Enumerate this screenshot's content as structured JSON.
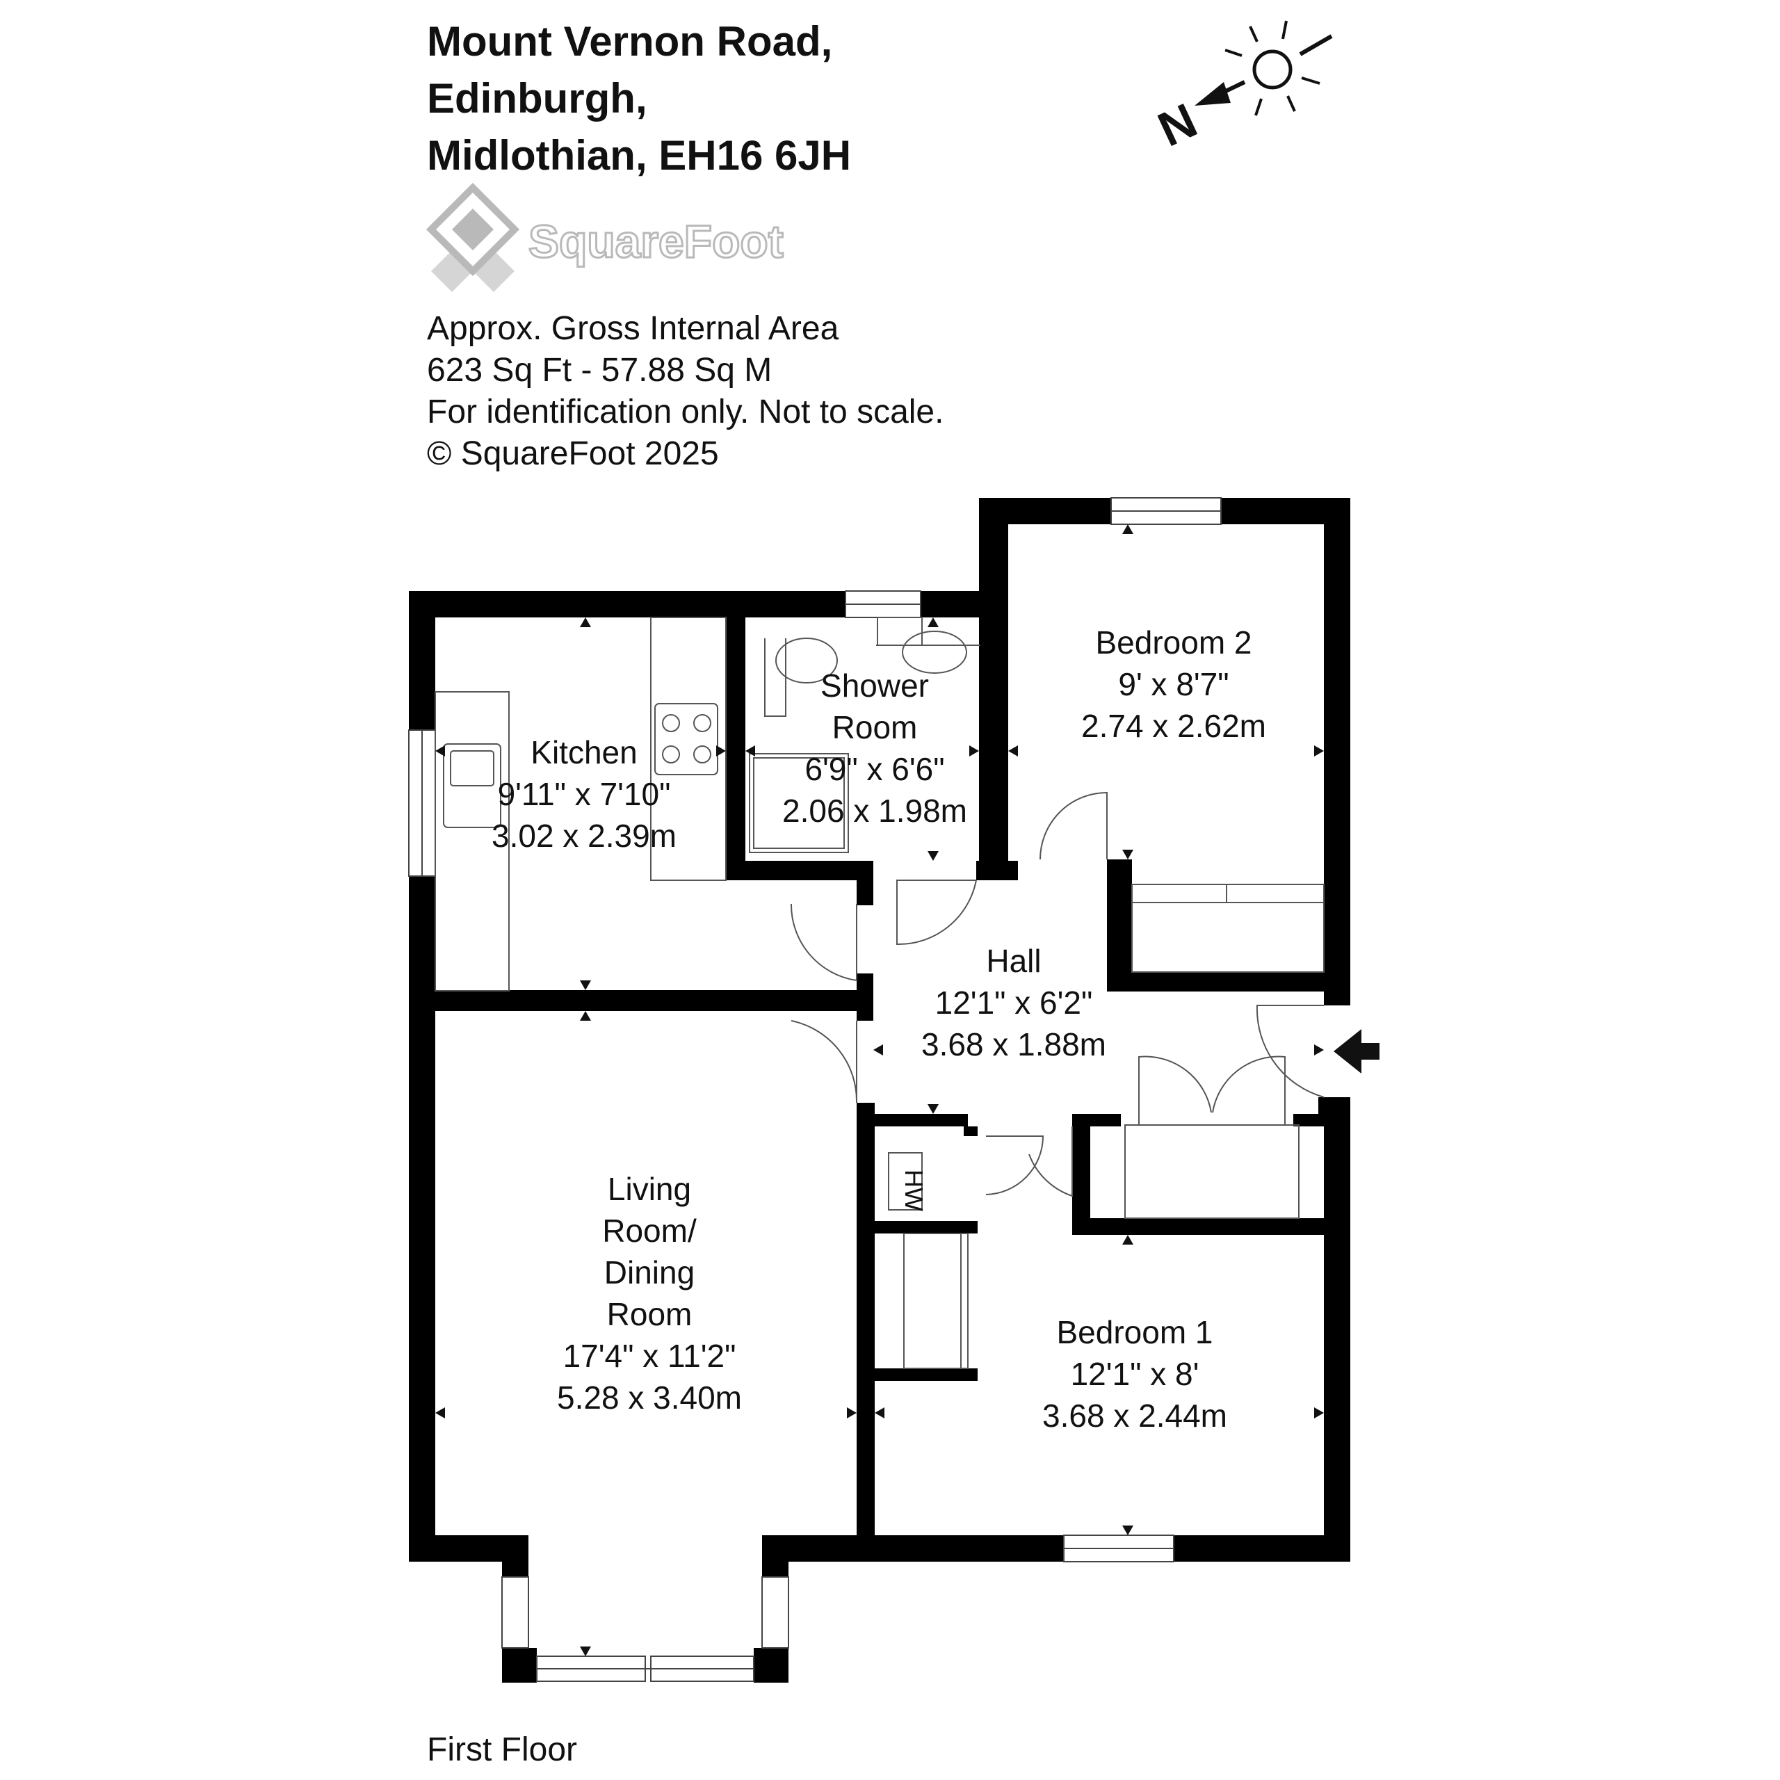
{
  "header": {
    "address_line1": "Mount Vernon Road,",
    "address_line2": "Edinburgh,",
    "address_line3": "Midlothian, EH16 6JH"
  },
  "brand": {
    "name": "SquareFoot",
    "logo_icon": "squarefoot-logo-icon"
  },
  "info": {
    "line1": "Approx. Gross Internal Area",
    "line2": "623 Sq Ft  -  57.88 Sq M",
    "line3": "For identification only. Not to scale.",
    "line4": "© SquareFoot 2025"
  },
  "compass": {
    "letter": "N",
    "icon": "compass-sun-icon"
  },
  "rooms": {
    "kitchen": {
      "name": "Kitchen",
      "imperial": "9'11\" x 7'10\"",
      "metric": "3.02 x 2.39m"
    },
    "shower": {
      "name1": "Shower",
      "name2": "Room",
      "imperial": "6'9\" x 6'6\"",
      "metric": "2.06 x 1.98m"
    },
    "bedroom2": {
      "name": "Bedroom 2",
      "imperial": "9' x 8'7\"",
      "metric": "2.74 x 2.62m"
    },
    "hall": {
      "name": "Hall",
      "imperial": "12'1\" x 6'2\"",
      "metric": "3.68 x 1.88m"
    },
    "living": {
      "name1": "Living",
      "name2": "Room/",
      "name3": "Dining",
      "name4": "Room",
      "imperial": "17'4\" x 11'2\"",
      "metric": "5.28 x 3.40m"
    },
    "bedroom1": {
      "name": "Bedroom 1",
      "imperial": "12'1\" x 8'",
      "metric": "3.68 x 2.44m"
    },
    "cupboard": {
      "label": "HW"
    }
  },
  "floor": {
    "label": "First Floor"
  }
}
